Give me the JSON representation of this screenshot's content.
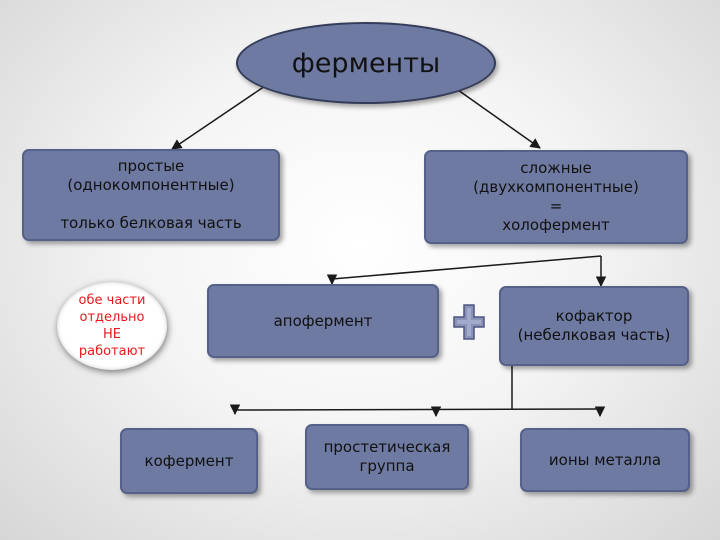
{
  "root": {
    "label": "ферменты"
  },
  "simple": {
    "line1": "простые",
    "line2": "(однокомпонентные)",
    "line3": "только белковая часть"
  },
  "complex": {
    "line1": "сложные",
    "line2": "(двухкомпонентные)",
    "line3": "=",
    "line4": "холофермент"
  },
  "note": {
    "line1": "обе части",
    "line2": "отдельно",
    "line3": "НЕ",
    "line4": "работают"
  },
  "apoenzyme": {
    "label": "апофермент"
  },
  "plus_sign": "+",
  "cofactor": {
    "line1": "кофактор",
    "line2": "(небелковая часть)"
  },
  "coenzyme": {
    "label": "кофермент"
  },
  "prosthetic": {
    "line1": "простетическая",
    "line2": "группа"
  },
  "metal_ions": {
    "label": "ионы металла"
  },
  "colors": {
    "box_fill": "#6e7aa1",
    "note_text": "#e8191d",
    "arrow": "#1a1a1a"
  }
}
